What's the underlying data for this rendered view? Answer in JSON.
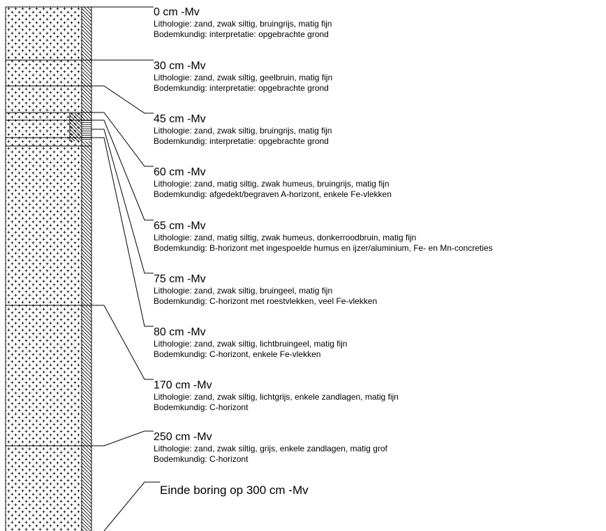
{
  "layers": [
    {
      "depth": "0 cm -Mv",
      "lithologie": "Lithologie: zand, zwak siltig, bruingrijs, matig fijn",
      "bodemkundig": "Bodemkundig: interpretatie: opgebrachte grond"
    },
    {
      "depth": "30 cm -Mv",
      "lithologie": "Lithologie: zand, zwak siltig, geelbruin, matig fijn",
      "bodemkundig": "Bodemkundig: interpretatie: opgebrachte grond"
    },
    {
      "depth": "45 cm -Mv",
      "lithologie": "Lithologie: zand, zwak siltig, bruingrijs, matig fijn",
      "bodemkundig": "Bodemkundig: interpretatie: opgebrachte grond"
    },
    {
      "depth": "60 cm -Mv",
      "lithologie": "Lithologie: zand, matig siltig, zwak humeus, bruingrijs, matig fijn",
      "bodemkundig": "Bodemkundig: afgedekt/begraven A-horizont, enkele Fe-vlekken"
    },
    {
      "depth": "65 cm -Mv",
      "lithologie": "Lithologie: zand, matig siltig, zwak humeus, donkerroodbruin, matig fijn",
      "bodemkundig": "Bodemkundig: B-horizont met ingespoelde humus en ijzer/aluminium, Fe- en Mn-concreties"
    },
    {
      "depth": "75 cm -Mv",
      "lithologie": "Lithologie: zand, zwak siltig, bruingeel, matig fijn",
      "bodemkundig": "Bodemkundig: C-horizont met roestvlekken, veel Fe-vlekken"
    },
    {
      "depth": "80 cm -Mv",
      "lithologie": "Lithologie: zand, zwak siltig, lichtbruingeel, matig fijn",
      "bodemkundig": "Bodemkundig: C-horizont, enkele Fe-vlekken"
    },
    {
      "depth": "170 cm -Mv",
      "lithologie": "Lithologie: zand, zwak siltig, lichtgrijs, enkele zandlagen, matig fijn",
      "bodemkundig": "Bodemkundig: C-horizont"
    },
    {
      "depth": "250 cm -Mv",
      "lithologie": "Lithologie: zand, zwak siltig, grijs, enkele zandlagen, matig grof",
      "bodemkundig": "Bodemkundig: C-horizont"
    }
  ],
  "end_label": "Einde boring op 300 cm -Mv"
}
